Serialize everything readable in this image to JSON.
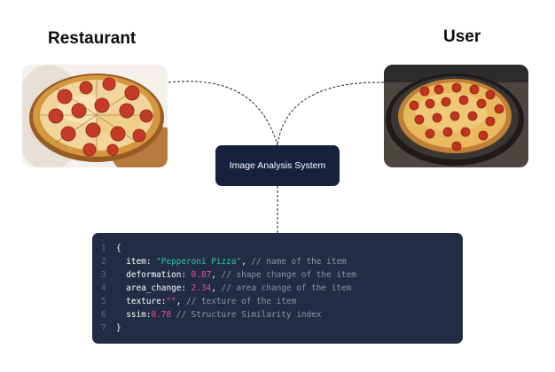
{
  "labels": {
    "restaurant": "Restaurant",
    "user": "User"
  },
  "system_box": {
    "label": "Image Analysis System"
  },
  "images": {
    "restaurant_photo": "pepperoni pizza on wooden board",
    "user_photo": "homemade pepperoni pizza in pan"
  },
  "code_block": {
    "line_numbers": [
      "1",
      "2",
      "3",
      "4",
      "5",
      "6",
      "7"
    ],
    "lines": [
      {
        "tokens": [
          {
            "t": "{",
            "type": "pun"
          }
        ]
      },
      {
        "tokens": [
          {
            "t": "  item: ",
            "type": "key"
          },
          {
            "t": "\"Pepperoni Pizza\"",
            "type": "str"
          },
          {
            "t": ", ",
            "type": "pun"
          },
          {
            "t": "// name of the item",
            "type": "com"
          }
        ]
      },
      {
        "tokens": [
          {
            "t": "  deformation: ",
            "type": "key"
          },
          {
            "t": "0.87",
            "type": "num"
          },
          {
            "t": ", ",
            "type": "pun"
          },
          {
            "t": "// shape change of the item",
            "type": "com"
          }
        ]
      },
      {
        "tokens": [
          {
            "t": "  area_change: ",
            "type": "key"
          },
          {
            "t": "2.34",
            "type": "num"
          },
          {
            "t": ", ",
            "type": "pun"
          },
          {
            "t": "// area change of the item",
            "type": "com"
          }
        ]
      },
      {
        "tokens": [
          {
            "t": "  texture:",
            "type": "key"
          },
          {
            "t": "\"\"",
            "type": "num"
          },
          {
            "t": ", ",
            "type": "pun"
          },
          {
            "t": "// texture of the item",
            "type": "com"
          }
        ]
      },
      {
        "tokens": [
          {
            "t": "  ssim:",
            "type": "key"
          },
          {
            "t": "0.78",
            "type": "num"
          },
          {
            "t": " ",
            "type": "pun"
          },
          {
            "t": "// Structure Similarity index",
            "type": "com"
          }
        ]
      },
      {
        "tokens": [
          {
            "t": "}",
            "type": "pun"
          }
        ]
      }
    ]
  },
  "colors": {
    "box_bg": "#16213e",
    "code_bg": "#222c44",
    "string": "#2ec4a0",
    "number": "#e8508a",
    "comment": "#8d93a6"
  }
}
